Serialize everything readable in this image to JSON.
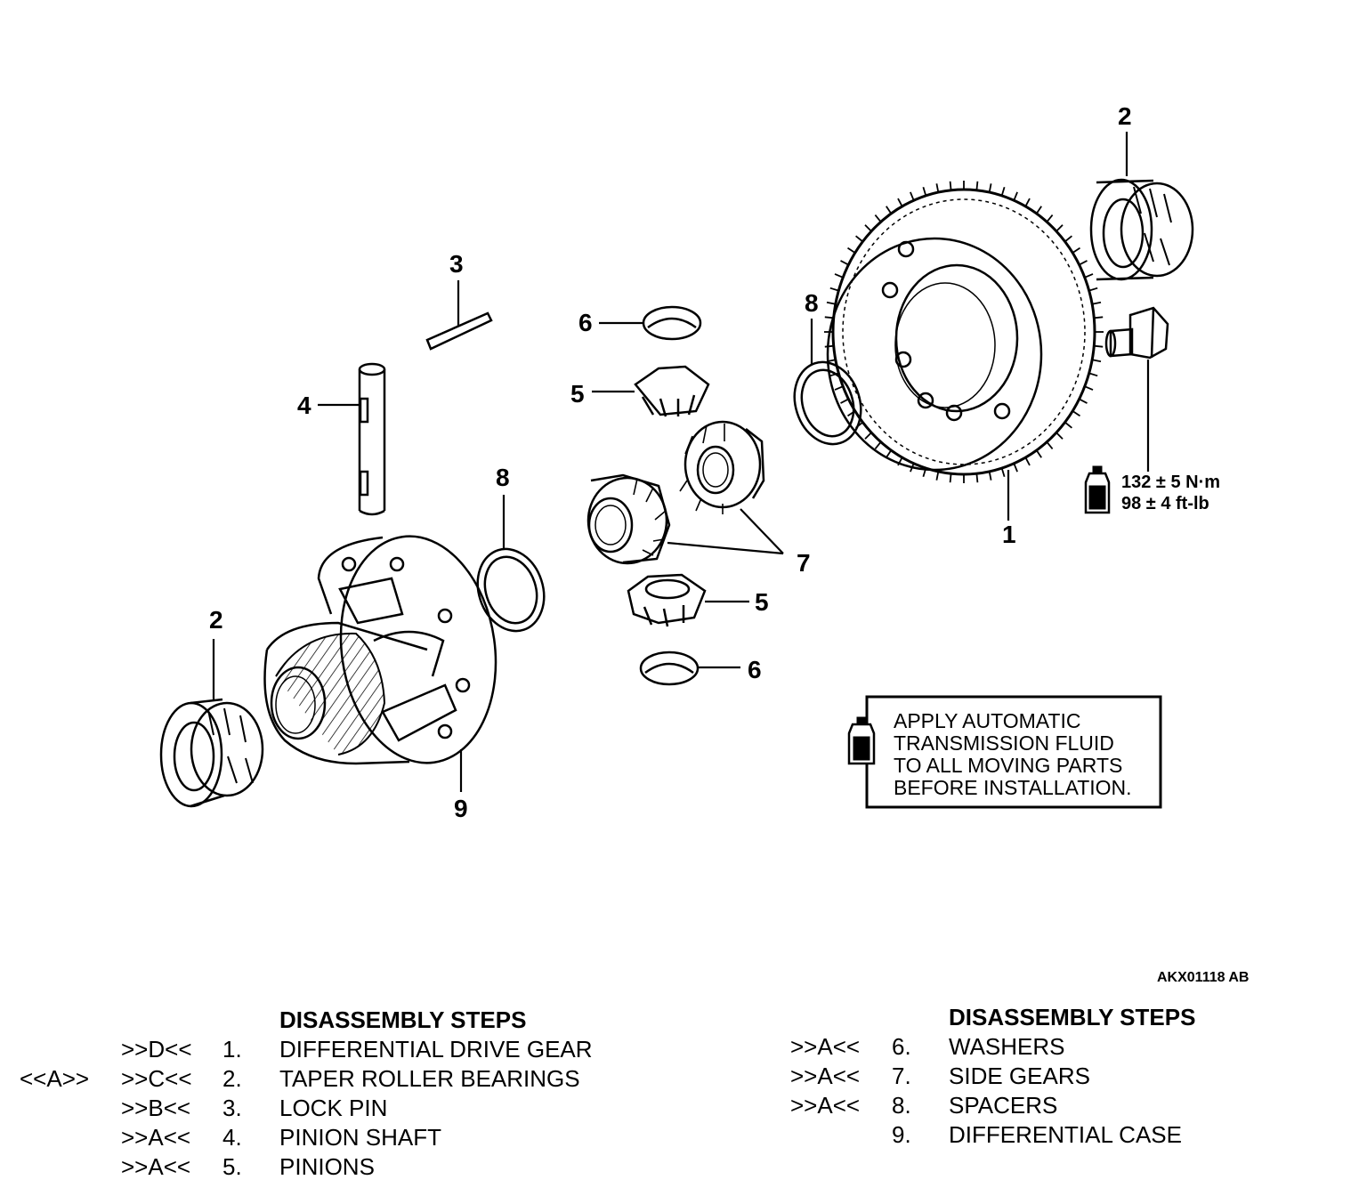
{
  "callouts": {
    "c1": "1",
    "c2_right": "2",
    "c2_left": "2",
    "c3": "3",
    "c4": "4",
    "c5_top": "5",
    "c5_bottom": "5",
    "c6_top": "6",
    "c6_bottom": "6",
    "c7": "7",
    "c8_right": "8",
    "c8_left": "8",
    "c9": "9"
  },
  "torque": {
    "metric": "132 ± 5 N·m",
    "imperial": "98 ± 4 ft-lb"
  },
  "note": {
    "lines": [
      "APPLY AUTOMATIC",
      "TRANSMISSION FLUID",
      "TO ALL MOVING PARTS",
      "BEFORE INSTALLATION."
    ]
  },
  "figure_code": "AKX01118 AB",
  "steps_left": {
    "heading": "DISASSEMBLY STEPS",
    "rows": [
      {
        "pre": "",
        "ref": ">>D<<",
        "num": "1.",
        "text": "DIFFERENTIAL DRIVE GEAR"
      },
      {
        "pre": "<<A>>",
        "ref": ">>C<<",
        "num": "2.",
        "text": "TAPER ROLLER BEARINGS"
      },
      {
        "pre": "",
        "ref": ">>B<<",
        "num": "3.",
        "text": "LOCK PIN"
      },
      {
        "pre": "",
        "ref": ">>A<<",
        "num": "4.",
        "text": "PINION SHAFT"
      },
      {
        "pre": "",
        "ref": ">>A<<",
        "num": "5.",
        "text": "PINIONS"
      }
    ]
  },
  "steps_right": {
    "heading": "DISASSEMBLY STEPS",
    "rows": [
      {
        "ref": ">>A<<",
        "num": "6.",
        "text": "WASHERS"
      },
      {
        "ref": ">>A<<",
        "num": "7.",
        "text": "SIDE GEARS"
      },
      {
        "ref": ">>A<<",
        "num": "8.",
        "text": "SPACERS"
      },
      {
        "ref": "",
        "num": "9.",
        "text": "DIFFERENTIAL CASE"
      }
    ]
  }
}
